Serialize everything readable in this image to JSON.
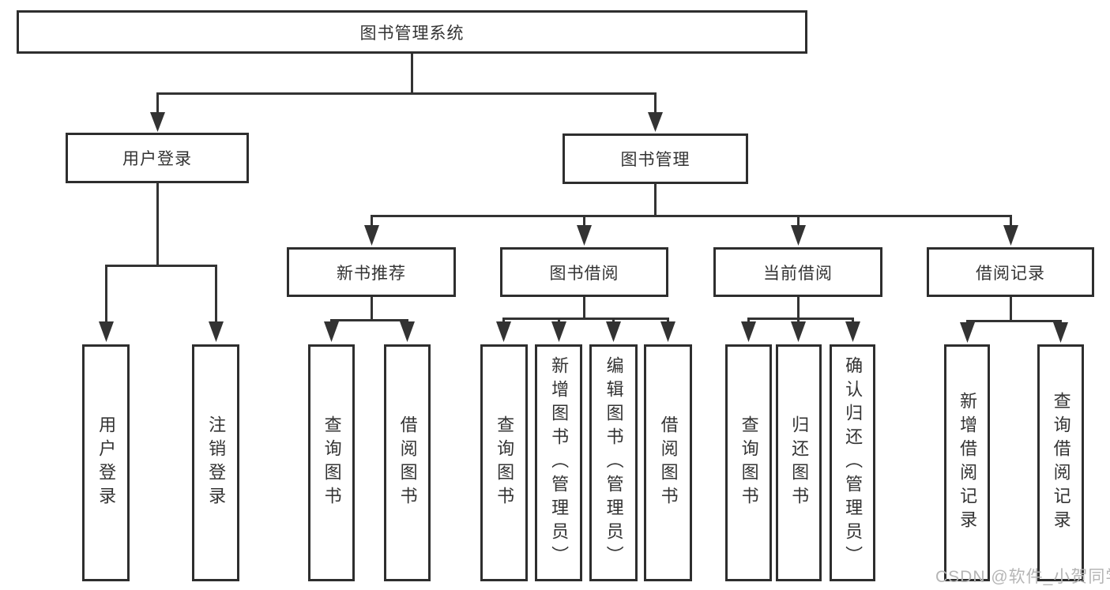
{
  "diagram": {
    "root": {
      "label": "图书管理系统"
    },
    "branches": [
      {
        "label": "用户登录",
        "children": [
          {
            "label": "用户登录"
          },
          {
            "label": "注销登录"
          }
        ]
      },
      {
        "label": "图书管理",
        "children": [
          {
            "label": "新书推荐",
            "children": [
              {
                "label": "查询图书"
              },
              {
                "label": "借阅图书"
              }
            ]
          },
          {
            "label": "图书借阅",
            "children": [
              {
                "label": "查询图书"
              },
              {
                "label": "新增图书（管理员）"
              },
              {
                "label": "编辑图书（管理员）"
              },
              {
                "label": "借阅图书"
              }
            ]
          },
          {
            "label": "当前借阅",
            "children": [
              {
                "label": "查询图书"
              },
              {
                "label": "归还图书"
              },
              {
                "label": "确认归还（管理员）"
              }
            ]
          },
          {
            "label": "借阅记录",
            "children": [
              {
                "label": "新增借阅记录"
              },
              {
                "label": "查询借阅记录"
              }
            ]
          }
        ]
      }
    ]
  },
  "watermark": {
    "text": "CSDN @软件_小贺同学"
  },
  "colors": {
    "line": "#333333",
    "box_border": "#2e2e2e",
    "text": "#333333",
    "watermark": "#b5b5b5",
    "background": "#ffffff"
  }
}
